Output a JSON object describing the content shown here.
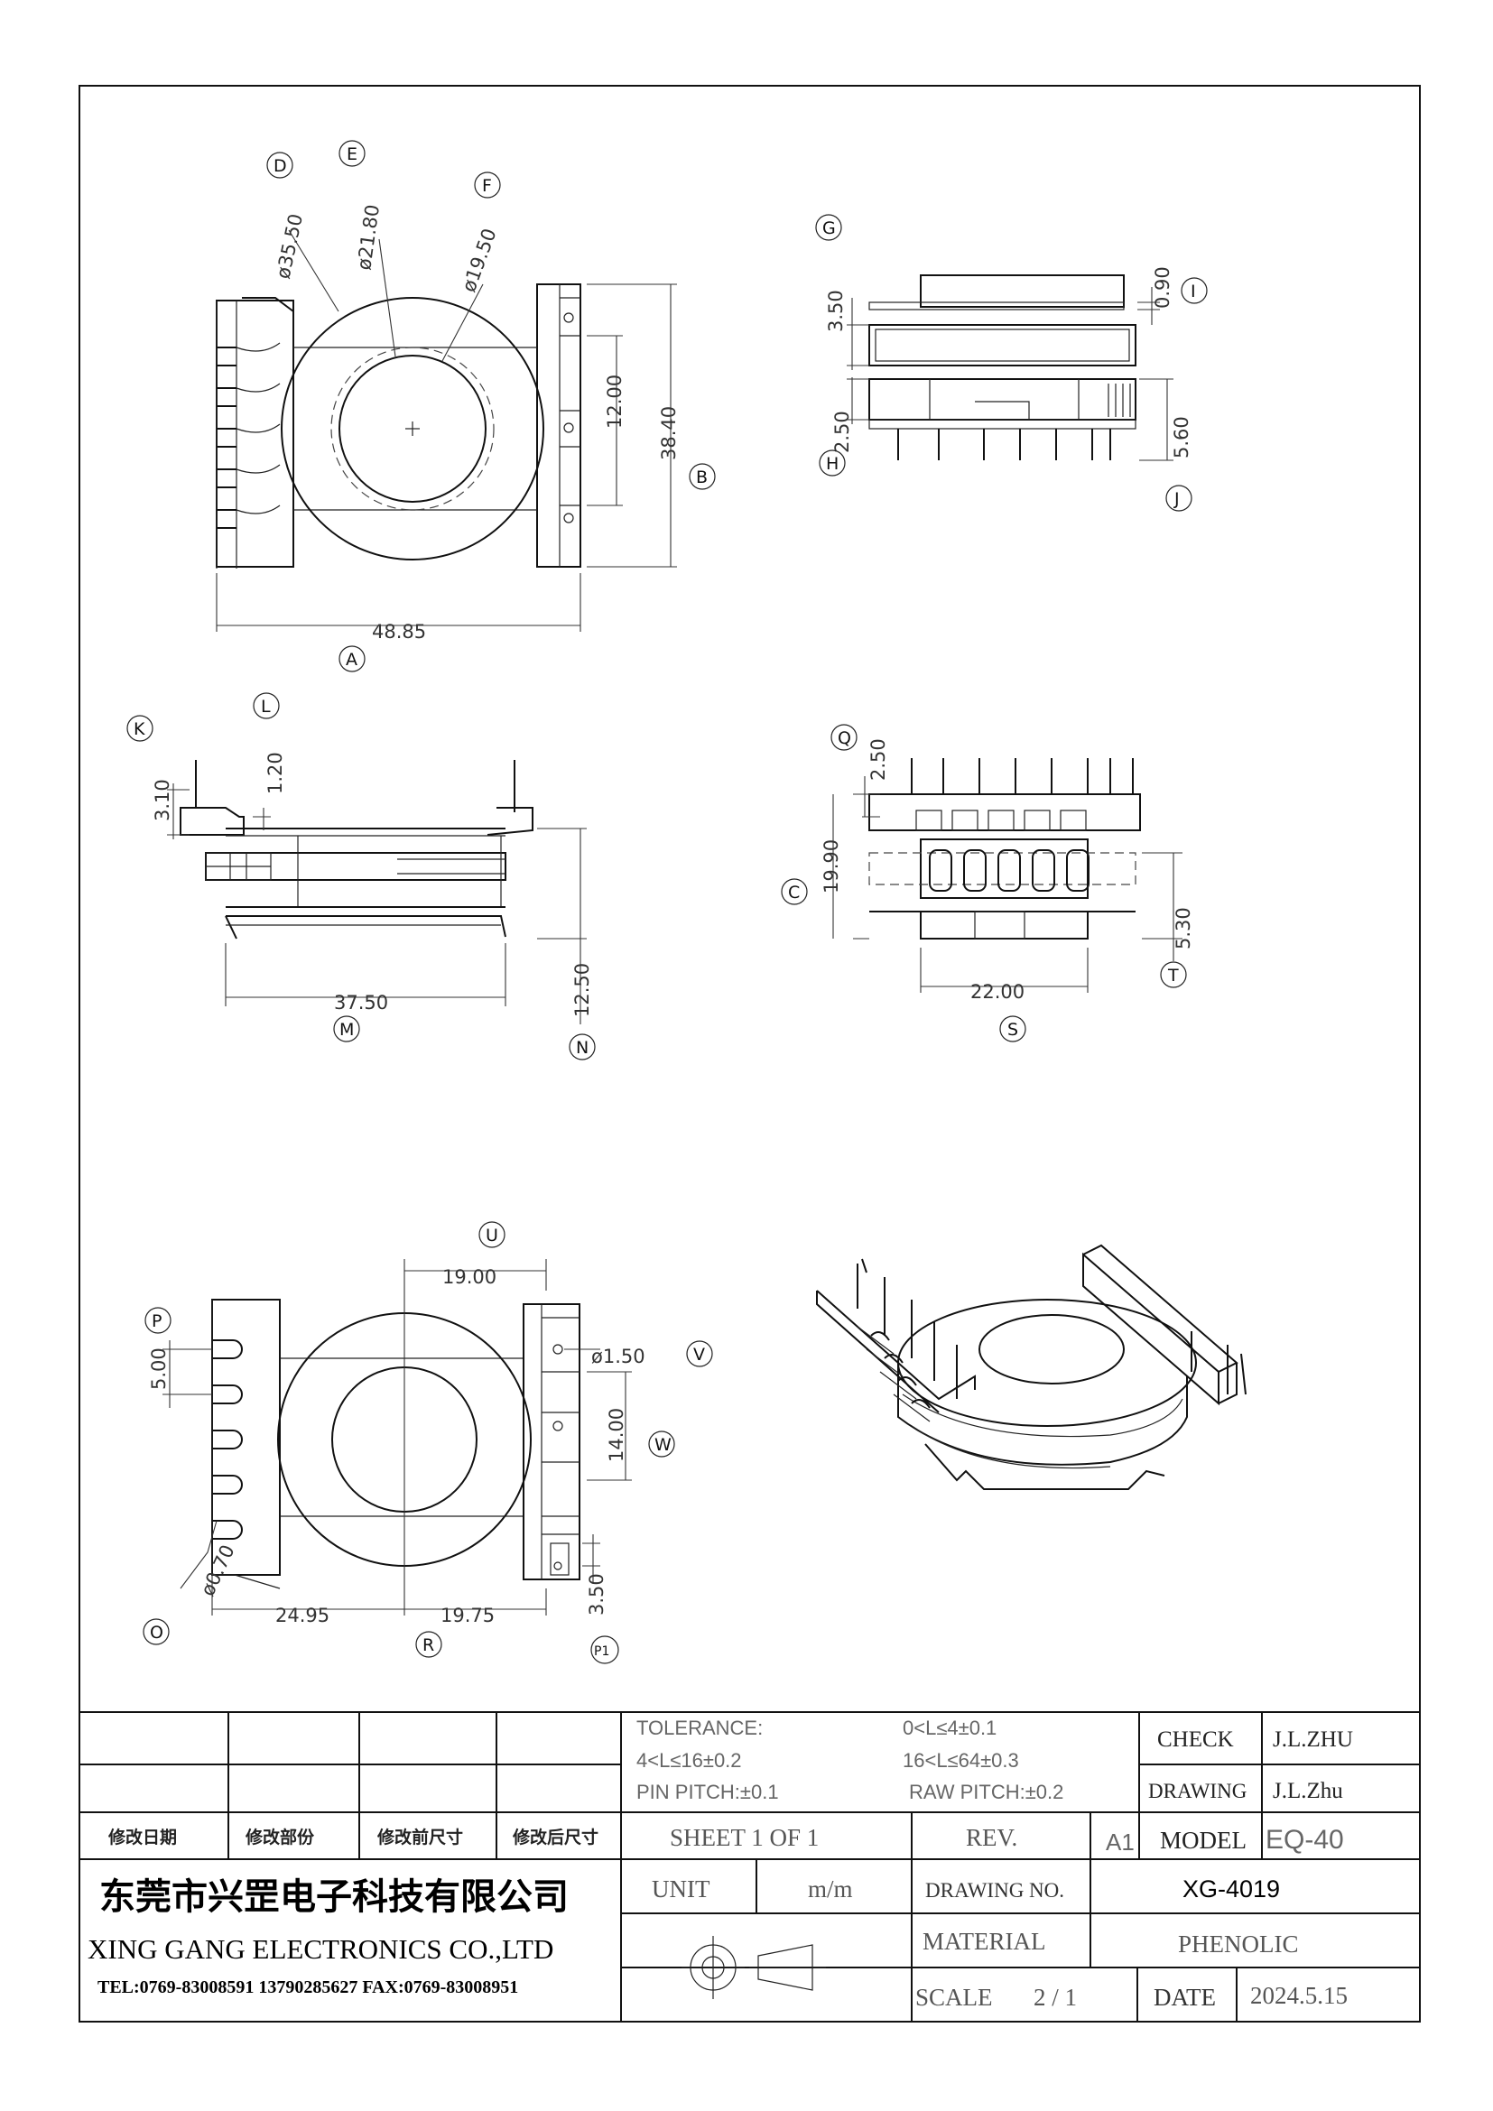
{
  "dimensions": {
    "d_3550": "ø35.50",
    "d_2180": "ø21.80",
    "d_1950": "ø19.50",
    "w_4885": "48.85",
    "h_3840": "38.40",
    "h_1200": "12.00",
    "g_350": "3.50",
    "i_090": "0.90",
    "h_250": "2.50",
    "j_560": "5.60",
    "k_310": "3.10",
    "l_120": "1.20",
    "m_3750": "37.50",
    "n_1250": "12.50",
    "q_250": "2.50",
    "c_1990": "19.90",
    "s_2200": "22.00",
    "t_530": "5.30",
    "u_1900": "19.00",
    "v_150": "ø1.50",
    "p_500": "5.00",
    "w_1400": "14.00",
    "o_070": "ø0.70",
    "r_2495": "24.95",
    "r_1975": "19.75",
    "p1_350": "3.50"
  },
  "callouts": [
    "A",
    "B",
    "C",
    "D",
    "E",
    "F",
    "G",
    "H",
    "I",
    "J",
    "K",
    "L",
    "M",
    "N",
    "O",
    "P",
    "Q",
    "R",
    "S",
    "T",
    "U",
    "V",
    "W",
    "P1"
  ],
  "title_block": {
    "tolerance_label": "TOLERANCE:",
    "tol_1": "0<L≤4±0.1",
    "tol_2": "4<L≤16±0.2",
    "tol_3": "16<L≤64±0.3",
    "pin_pitch": "PIN PITCH:±0.1",
    "raw_pitch": "RAW PITCH:±0.2",
    "check_label": "CHECK",
    "check_value": "J.L.ZHU",
    "drawing_label": "DRAWING",
    "drawing_value": "J.L.Zhu",
    "rev_col_date": "修改日期",
    "rev_col_part": "修改部份",
    "rev_col_before": "修改前尺寸",
    "rev_col_after": "修改后尺寸",
    "sheet": "SHEET 1 OF 1",
    "rev_label": "REV.",
    "rev_value": "A1",
    "model_label": "MODEL",
    "model_value": "EQ-40",
    "company_cn": "东莞市兴罡电子科技有限公司",
    "company_en": "XING GANG ELECTRONICS CO.,LTD",
    "contact": "TEL:0769-83008591 13790285627 FAX:0769-83008951",
    "unit_label": "UNIT",
    "unit_value": "m/m",
    "drawing_no_label": "DRAWING NO.",
    "drawing_no_value": "XG-4019",
    "material_label": "MATERIAL",
    "material_value": "PHENOLIC",
    "scale_label": "SCALE",
    "scale_value": "2 / 1",
    "date_label": "DATE",
    "date_value": "2024.5.15"
  }
}
